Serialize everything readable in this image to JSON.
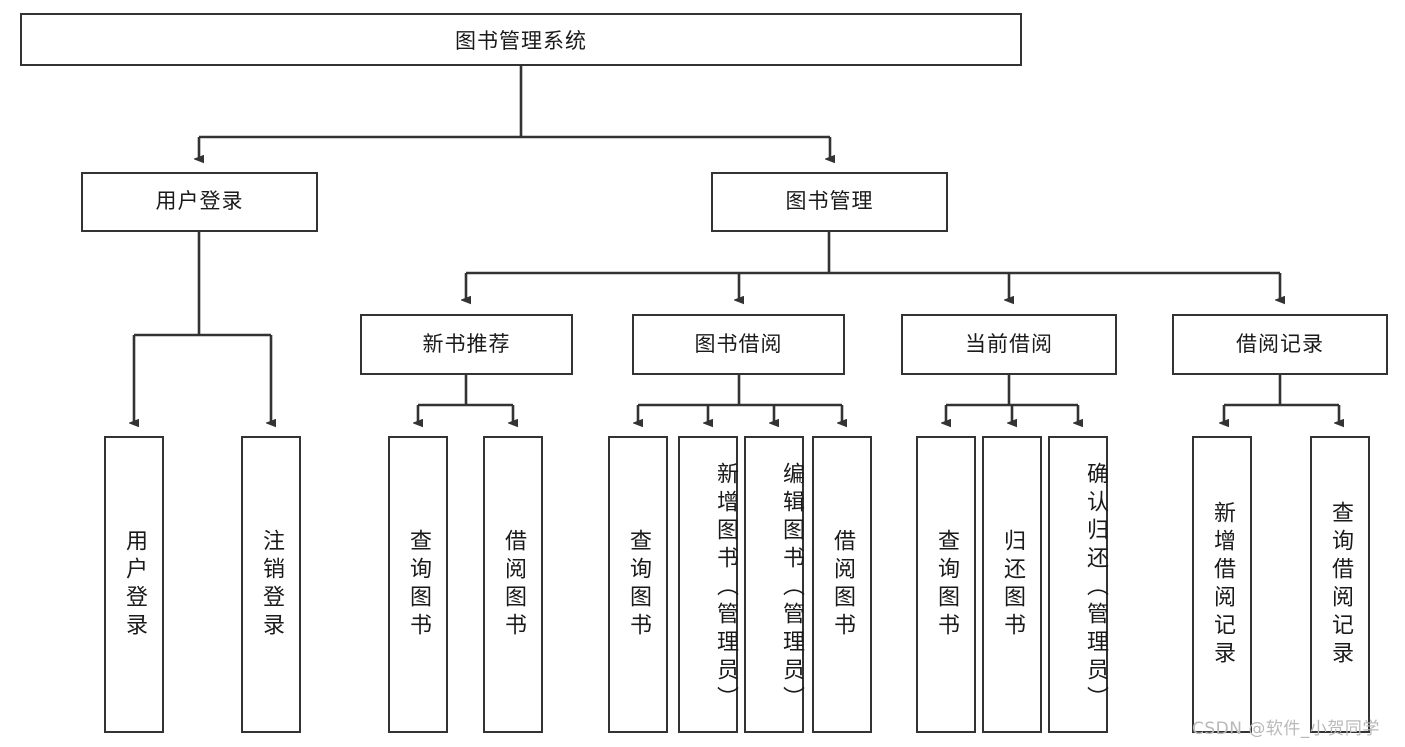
{
  "diagram": {
    "title": "图书管理系统",
    "type": "tree-hierarchy",
    "colors": {
      "background": "#ffffff",
      "node_border": "#333333",
      "node_fill": "#ffffff",
      "edge": "#333333",
      "text": "#1a1a1a",
      "watermark": "#b9b9b9"
    },
    "root": {
      "label": "图书管理系统"
    },
    "level2": [
      {
        "label": "用户登录"
      },
      {
        "label": "图书管理"
      }
    ],
    "level3": [
      {
        "label": "新书推荐"
      },
      {
        "label": "图书借阅"
      },
      {
        "label": "当前借阅"
      },
      {
        "label": "借阅记录"
      }
    ],
    "leaves": {
      "user_login": [
        {
          "label": "用户登录"
        },
        {
          "label": "注销登录"
        }
      ],
      "new_book": [
        {
          "label": "查询图书"
        },
        {
          "label": "借阅图书"
        }
      ],
      "book_borrow": [
        {
          "label": "查询图书"
        },
        {
          "label": "新增图书（管理员）"
        },
        {
          "label": "编辑图书（管理员）"
        },
        {
          "label": "借阅图书"
        }
      ],
      "current_borrow": [
        {
          "label": "查询图书"
        },
        {
          "label": "归还图书"
        },
        {
          "label": "确认归还（管理员）"
        }
      ],
      "borrow_record": [
        {
          "label": "新增借阅记录"
        },
        {
          "label": "查询借阅记录"
        }
      ]
    }
  },
  "watermark": {
    "text": "CSDN @软件_小贺同学"
  }
}
